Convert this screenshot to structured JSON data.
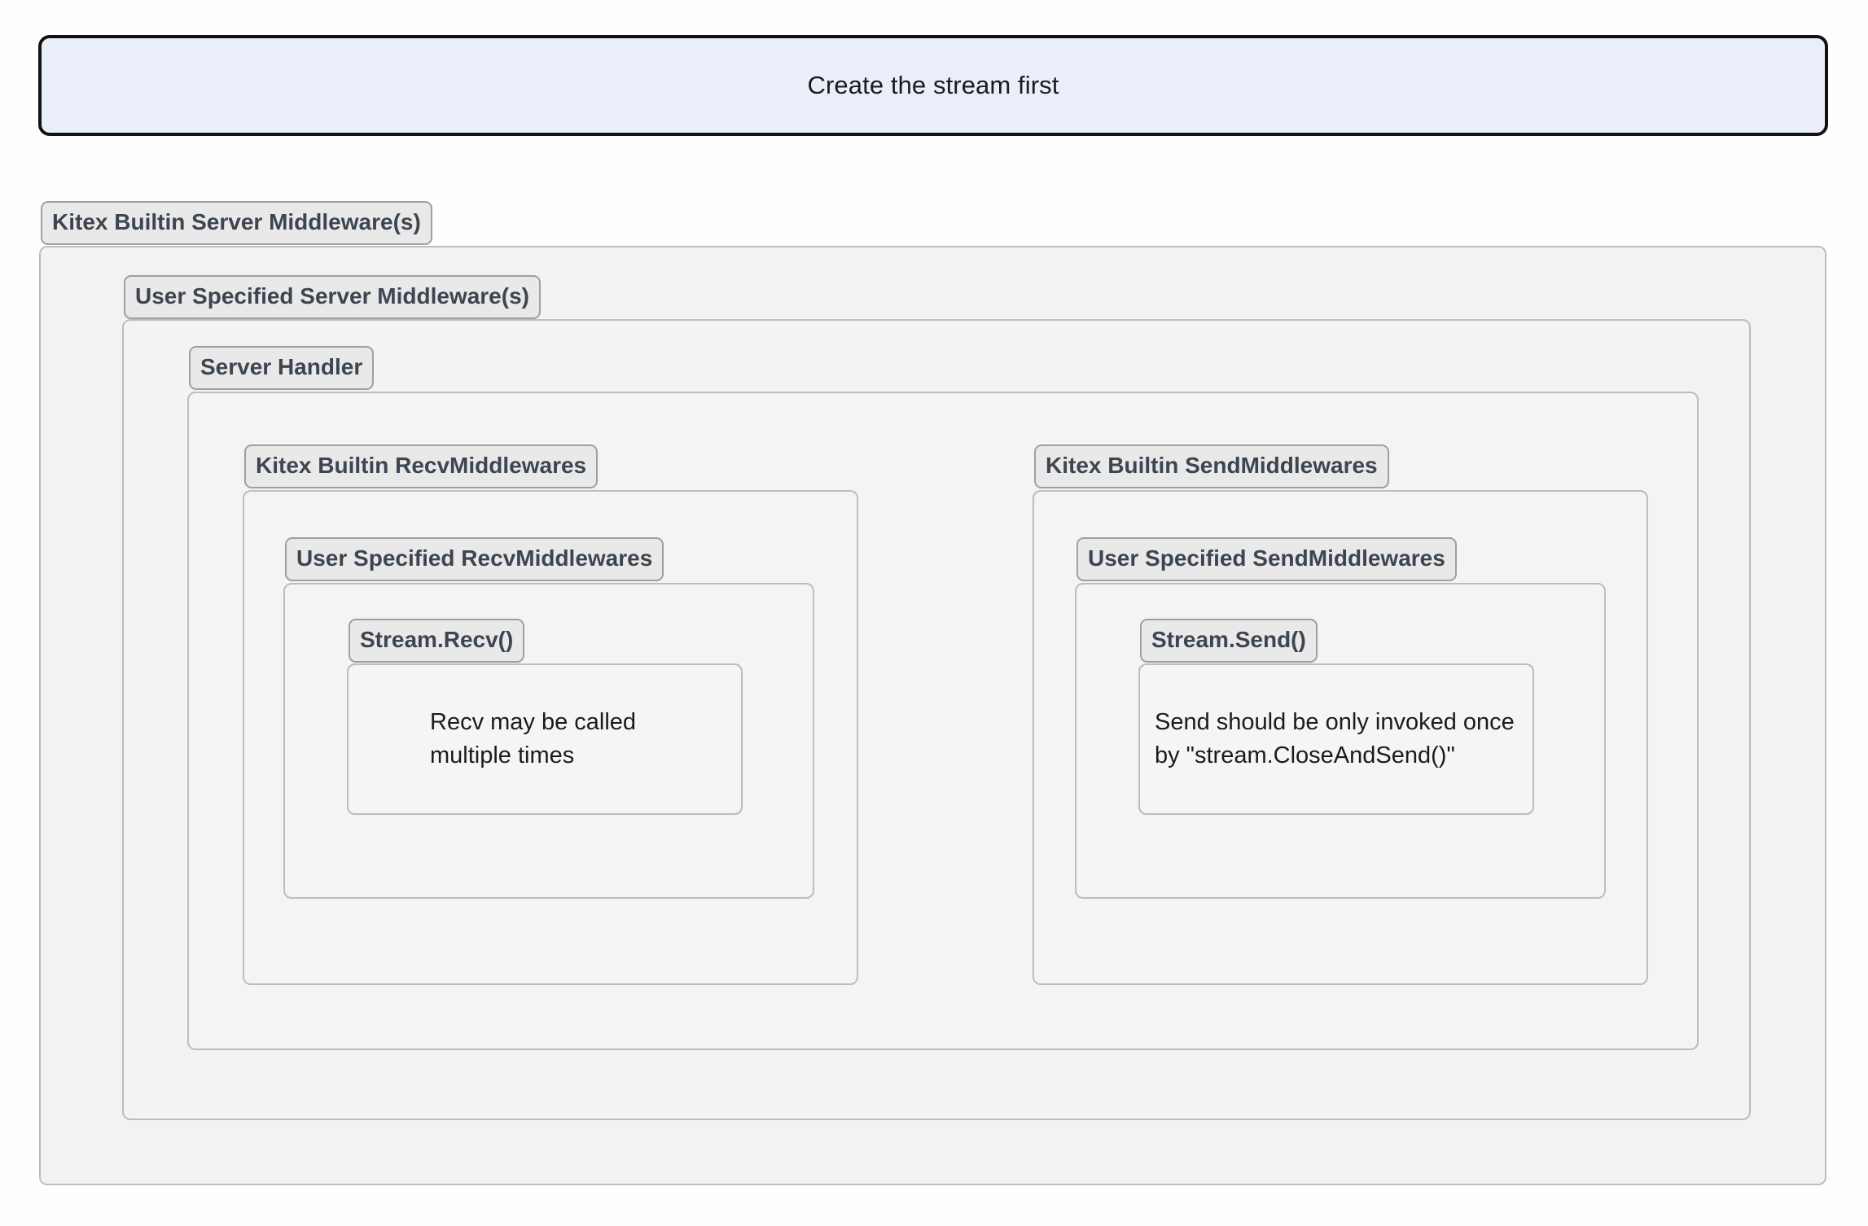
{
  "banner": {
    "text": "Create the stream first"
  },
  "diagram": {
    "type": "nested-container-diagram",
    "levels": [
      {
        "id": "kitex-builtin-server-middlewares",
        "label": "Kitex Builtin Server Middleware(s)",
        "depth": 0
      },
      {
        "id": "user-specified-server-middlewares",
        "label": "User Specified Server Middleware(s)",
        "depth": 1
      },
      {
        "id": "server-handler",
        "label": "Server Handler",
        "depth": 2
      }
    ],
    "branches": [
      {
        "id": "recv-branch",
        "levels": [
          {
            "id": "kitex-builtin-recv-middlewares",
            "label": "Kitex Builtin RecvMiddlewares",
            "depth": 3
          },
          {
            "id": "user-specified-recv-middlewares",
            "label": "User Specified RecvMiddlewares",
            "depth": 4
          },
          {
            "id": "stream-recv",
            "label": "Stream.Recv()",
            "depth": 5
          }
        ],
        "note": "Recv may be called\nmultiple times"
      },
      {
        "id": "send-branch",
        "levels": [
          {
            "id": "kitex-builtin-send-middlewares",
            "label": "Kitex Builtin SendMiddlewares",
            "depth": 3
          },
          {
            "id": "user-specified-send-middlewares",
            "label": "User Specified SendMiddlewares",
            "depth": 4
          },
          {
            "id": "stream-send",
            "label": "Stream.Send()",
            "depth": 5
          }
        ],
        "note": "Send should be only invoked once\nby \"stream.CloseAndSend()\""
      }
    ]
  },
  "colors": {
    "banner_fill": "#e9eef8",
    "banner_border": "#121212",
    "container_fill": "#f3f4f2",
    "container_border": "#b9bec2",
    "pill_fill": "#e9e9e9",
    "pill_border": "#9aa0a6",
    "pill_text": "#3d4650",
    "body_text": "#1b1b1b"
  }
}
